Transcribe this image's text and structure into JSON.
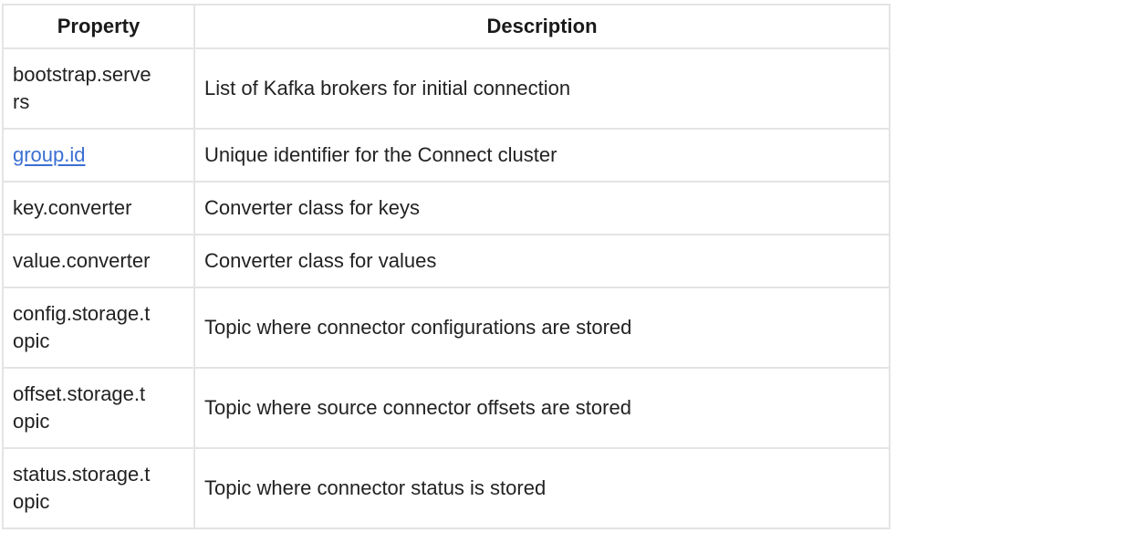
{
  "table": {
    "columns": [
      {
        "label": "Property"
      },
      {
        "label": "Description"
      }
    ],
    "rows": [
      {
        "property": "bootstrap.servers",
        "description": "List of Kafka brokers for initial connection",
        "is_link": false
      },
      {
        "property": "group.id",
        "description": "Unique identifier for the Connect cluster",
        "is_link": true
      },
      {
        "property": "key.converter",
        "description": "Converter class for keys",
        "is_link": false
      },
      {
        "property": "value.converter",
        "description": "Converter class for values",
        "is_link": false
      },
      {
        "property": "config.storage.topic",
        "description": "Topic where connector configurations are stored",
        "is_link": false
      },
      {
        "property": "offset.storage.topic",
        "description": "Topic where source connector offsets are stored",
        "is_link": false
      },
      {
        "property": "status.storage.topic",
        "description": "Topic where connector status is stored",
        "is_link": false
      }
    ],
    "colors": {
      "border": "#e4e4e4",
      "text": "#222222",
      "header_text": "#1a1a1a",
      "link": "#3b6fd2",
      "background": "#ffffff"
    }
  }
}
